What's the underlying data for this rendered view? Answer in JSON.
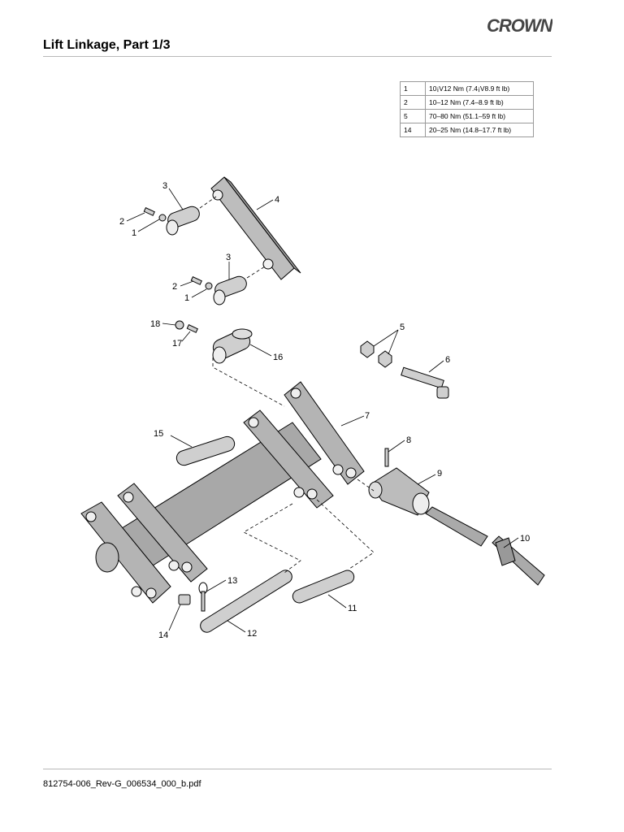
{
  "header": {
    "brand": "CROWN",
    "title": "Lift Linkage, Part 1/3"
  },
  "torque_table": {
    "rows": [
      {
        "item": "1",
        "value": "10¡V12 Nm (7.4¡V8.9 ft lb)"
      },
      {
        "item": "2",
        "value": "10–12 Nm (7.4–8.9 ft lb)"
      },
      {
        "item": "5",
        "value": "70–80 Nm (51.1–59 ft lb)"
      },
      {
        "item": "14",
        "value": "20–25 Nm (14.8–17.7 ft lb)"
      }
    ]
  },
  "diagram": {
    "callouts": [
      "1",
      "1",
      "2",
      "2",
      "3",
      "3",
      "4",
      "5",
      "6",
      "7",
      "8",
      "9",
      "10",
      "11",
      "12",
      "13",
      "14",
      "15",
      "16",
      "17",
      "18"
    ]
  },
  "footer": {
    "doc_id": "812754-006_Rev-G_006534_000_b.pdf"
  }
}
